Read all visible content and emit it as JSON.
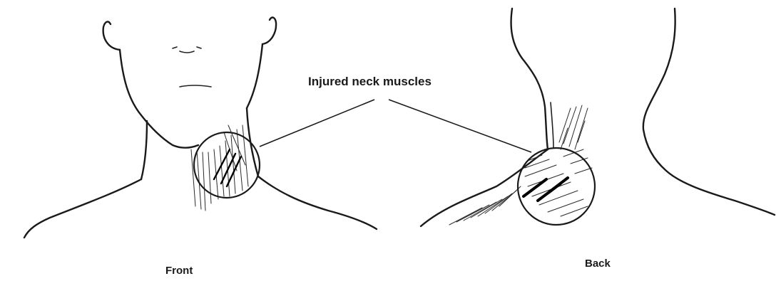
{
  "callout": {
    "text": "Injured neck muscles"
  },
  "views": {
    "front": "Front",
    "back": "Back"
  },
  "colors": {
    "ink": "#1a1a1a",
    "background": "#ffffff"
  }
}
